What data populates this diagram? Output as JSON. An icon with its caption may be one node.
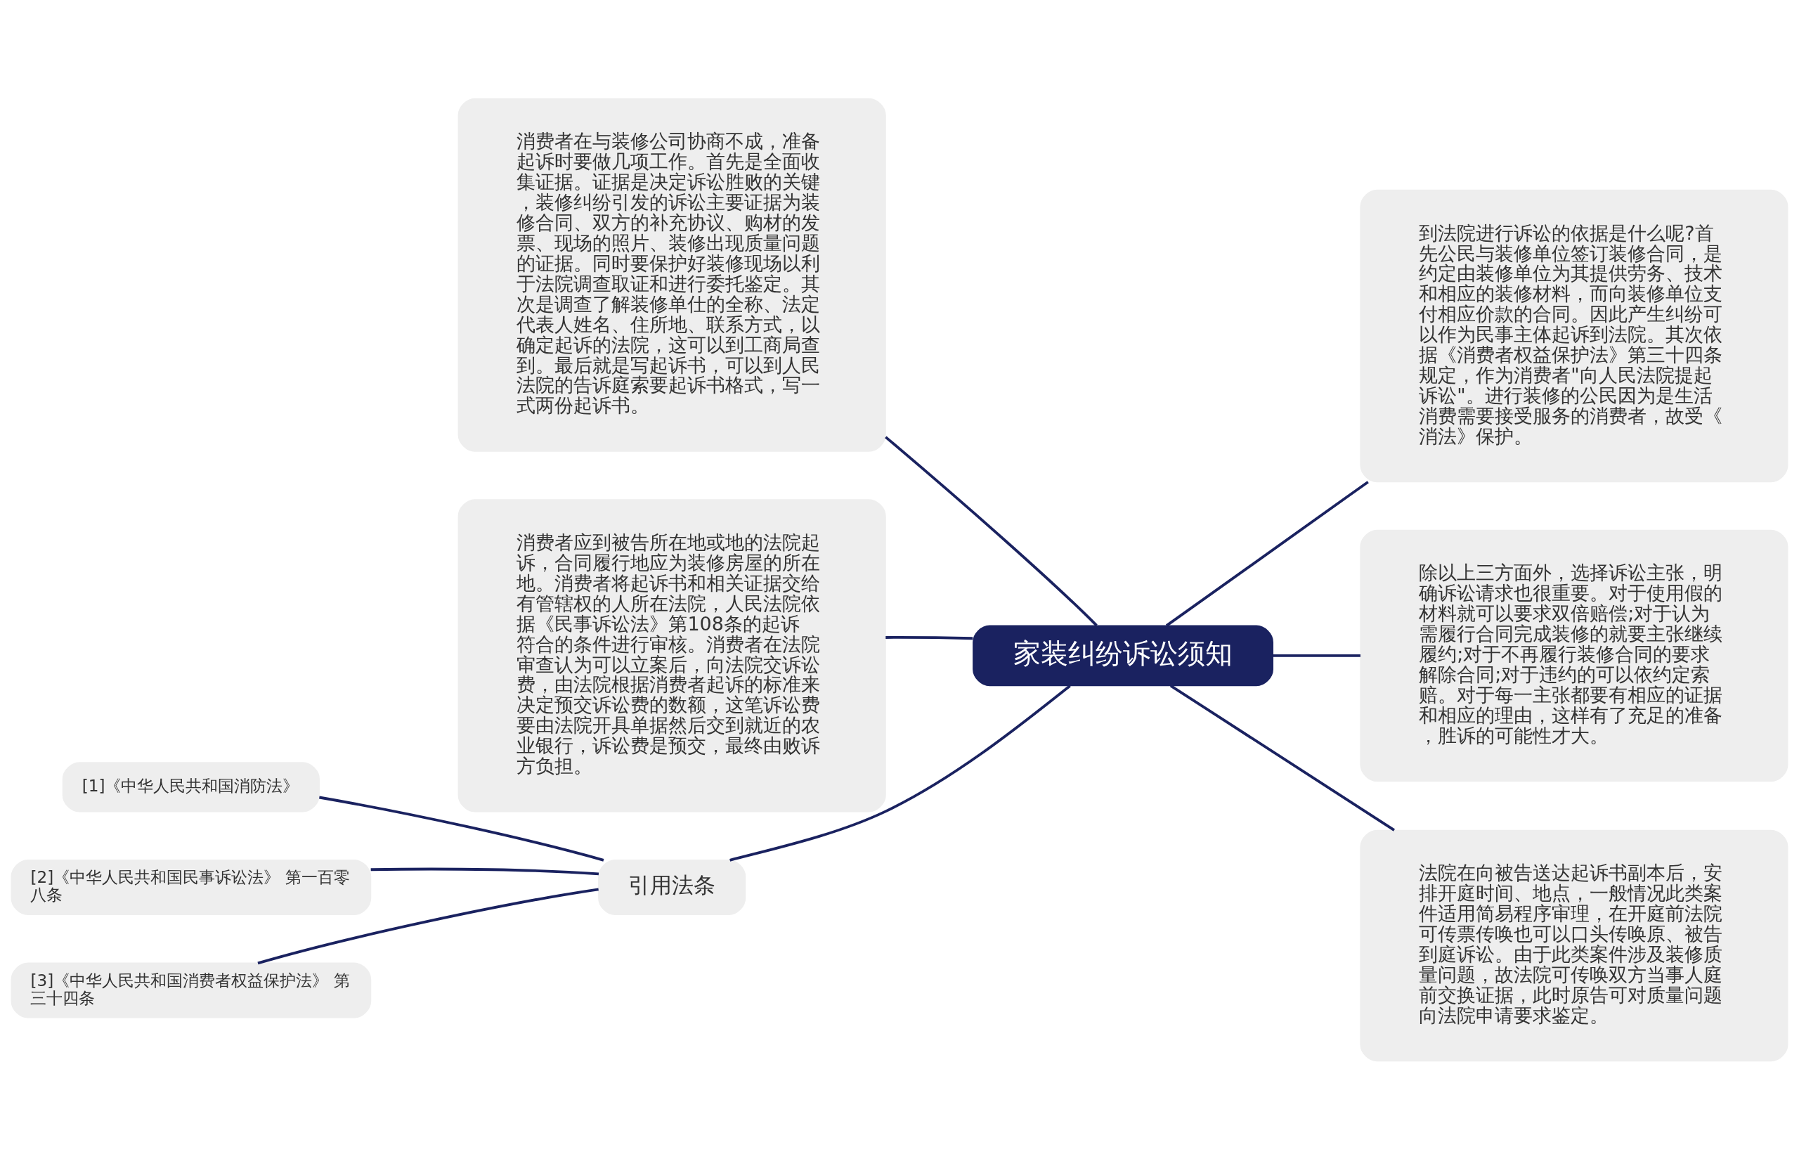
{
  "diagram": {
    "nodes": [
      {
        "text": [
          "家装纠纷诉讼须知"
        ]
      },
      {
        "text": [
          "消费者在与装修公司协商不成，准备起诉时要做几项工作。首先是全面收集证据。证据是决定诉讼胜败的关键，装修纠纷引发的诉讼主要证据为装修合同、双方的补充协议、购材的发票、现场的照片、装修出现质量问题的证据。同时要保护好装修现场以利于法院调查取证和进行委托鉴定。其次是调查了解装修单仕的全称、法定代表人姓名、住所地、联系方式，以确定起诉的法院，这可以到工商局查到。最后就是写起诉书，可以到人民法院的告诉庭索要起诉书格式，写一式两份起诉书。"
        ]
      },
      {
        "text": [
          "消费者应到被告所在地或地的法院起诉，合同履行地应为装修房屋的所在地。消费者将起诉书和相关证据交给有管辖权的人所在法院，人民法院依据《民事诉讼法》第108条的起诉符合的条件进行审核。消费者在法院审查认为可以立案后，向法院交诉讼费，由法院根据消费者起诉的标准来决定预交诉讼费的数额，这笔诉讼费要由法院开具单据然后交到就近的农业银行，诉讼费是预交，最终由败诉方负担。"
        ]
      },
      {
        "text": [
          "引用法条"
        ]
      },
      {
        "text": [
          "[1]《中华人民共和国消防法》"
        ]
      },
      {
        "text": [
          "[2]《中华人民共和国民事诉讼法》 第一百零八条"
        ]
      },
      {
        "text": [
          "[3]《中华人民共和国消费者权益保护法》 第三十四条"
        ]
      },
      {
        "text": [
          "到法院进行诉讼的依据是什么呢?首先公民与装修单位签订装修合同，是约定由装修单位为其提供劳务、技术和相应的装修材料，而向装修单位支付相应价款的合同。因此产生纠纷可以作为民事主体起诉到法院。其次依据《消费者权益保护法》第三十四条规定，作为消费者\"向人民法院提起诉讼\"。进行装修的公民因为是生活消费需要接受服务的消费者，故受《消法》保护。"
        ]
      },
      {
        "text": [
          "除以上三方面外，选择诉讼主张，明确诉讼请求也很重要。对于使用假的材料就可以要求双倍赔偿;对于认为需履行合同完成装修的就要主张继续履约;对于不再履行装修合同的要求解除合同;对于违约的可以依约定索赔。对于每一主张都要有相应的证据和相应的理由，这样有了充足的准备，胜诉的可能性才大。"
        ]
      },
      {
        "text": [
          "法院在向被告送达起诉书副本后，安排开庭时间、地点，一般情况此类案件适用简易程序审理，在开庭前法院可传票传唤也可以口头传唤原、被告到庭诉讼。由于此类案件涉及装修质量问题，故法院可传唤双方当事人庭前交换证据，此时原告可对质量问题向法院申请要求鉴定。"
        ]
      }
    ],
    "edges": [
      {
        "from": 0,
        "to": 1,
        "arrow": "none"
      },
      {
        "from": 0,
        "to": 2,
        "arrow": "none"
      },
      {
        "from": 0,
        "to": 3,
        "arrow": "none"
      },
      {
        "from": 0,
        "to": 7,
        "arrow": "none"
      },
      {
        "from": 0,
        "to": 8,
        "arrow": "none"
      },
      {
        "from": 0,
        "to": 9,
        "arrow": "none"
      },
      {
        "from": 3,
        "to": 4,
        "arrow": "none"
      },
      {
        "from": 3,
        "to": 5,
        "arrow": "none"
      },
      {
        "from": 3,
        "to": 6,
        "arrow": "none"
      }
    ]
  }
}
